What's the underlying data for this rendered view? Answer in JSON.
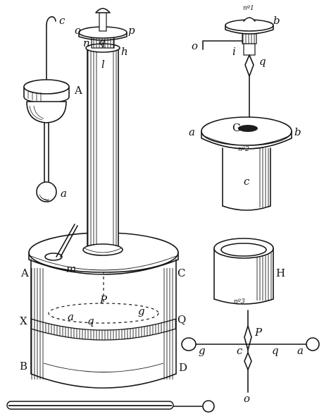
{
  "labels": {
    "c_hook": "c",
    "A_weight": "A",
    "a_ball": "a",
    "o_top": "o",
    "p_top": "p",
    "n_top": "n",
    "q_top": "q",
    "h_top": "h",
    "l_tube": "l",
    "A_jar": "A",
    "C_jar": "C",
    "m_jar": "m",
    "P_jar": "P",
    "a_jar": "a",
    "q_jar": "q",
    "g_jar": "g",
    "X_jar": "X",
    "Q_jar": "Q",
    "B_jar": "B",
    "D_jar": "D",
    "no1": "nº1",
    "b_head": "b",
    "o_head": "o",
    "i_head": "i",
    "q_head": "q",
    "a_lid": "a",
    "G_lid": "G",
    "b_lid": "b",
    "no2": "nº2",
    "c_cyl": "c",
    "H_cup": "H",
    "no3": "nº3",
    "P_needle": "P",
    "g_needle": "g",
    "c_needle": "c",
    "q_needle": "q",
    "a_needle": "a",
    "o_needle": "o"
  }
}
